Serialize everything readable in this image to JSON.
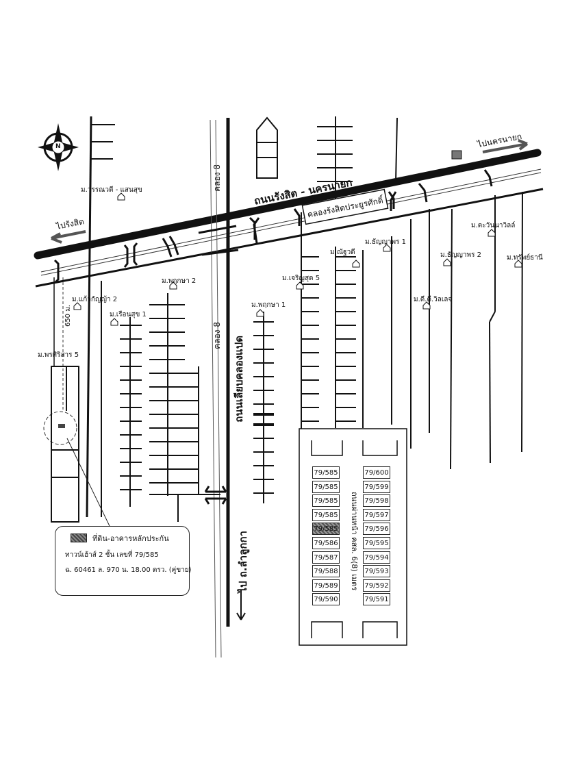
{
  "roads": {
    "main": "ถนนรังสิต - นครนายก",
    "to_rangsit": "ไปรังสิต",
    "to_nakhon_nayok": "ไปนครนายก",
    "canal_main": "คลองรังสิตประยูรศักดิ์",
    "khlong8_top": "คลอง 8",
    "khlong8_mid": "คลอง 8",
    "khlong_road": "ถนนเลียบคลองแปด",
    "to_lam_luk_ka": "ไป ถ.ลำลูกกา",
    "distance": "650 ม.",
    "local_road": "ถนนผ่านหน้า คสล. 6(8) เมตร"
  },
  "villages": {
    "warnawadi": "ม.วรรณวดี - แสนสุข",
    "kaewkanya2": "ม.แก้วกัญญ้า 2",
    "ruenrsuk1": "ม.เรือนสุข 1",
    "pruksa2": "ม.พฤกษา 2",
    "pornsiri5": "ม.พรศิริสาร 5",
    "cherngchai5": "ม.เจริญสุด 5",
    "pruksa1": "ม.พฤกษา 1",
    "nathawadi": "ม.ณัฐวดี",
    "thanyaporn1": "ม.ธัญญาพร 1",
    "thanyaporn2": "ม.ธัญญาพร 2",
    "tawan": "ม.ตะวันนาวิลล์",
    "sapthani": "ม.ทรัพย์ธานี",
    "dee": "ม.ดี.ดี.วิลเลจ"
  },
  "legend": {
    "title": "ที่ดิน-อาคารหลักประกัน",
    "line2": "ทาวน์เฮ้าส์ 2 ชั้น เลขที่ 79/585",
    "line3": "ฉ. 60461 ล. 970 น. 18.00 ตรว. (คู่ขาย)"
  },
  "plots": {
    "left": [
      "79/585",
      "79/585",
      "79/585",
      "79/585",
      "79/585",
      "79/586",
      "79/587",
      "79/588",
      "79/589",
      "79/590"
    ],
    "right": [
      "79/600",
      "79/599",
      "79/598",
      "79/597",
      "79/596",
      "79/595",
      "79/594",
      "79/593",
      "79/592",
      "79/591"
    ],
    "highlight_index": 4
  },
  "icons": {
    "north": "north-arrow-icon",
    "house": "house-icon"
  },
  "north_label": "N"
}
